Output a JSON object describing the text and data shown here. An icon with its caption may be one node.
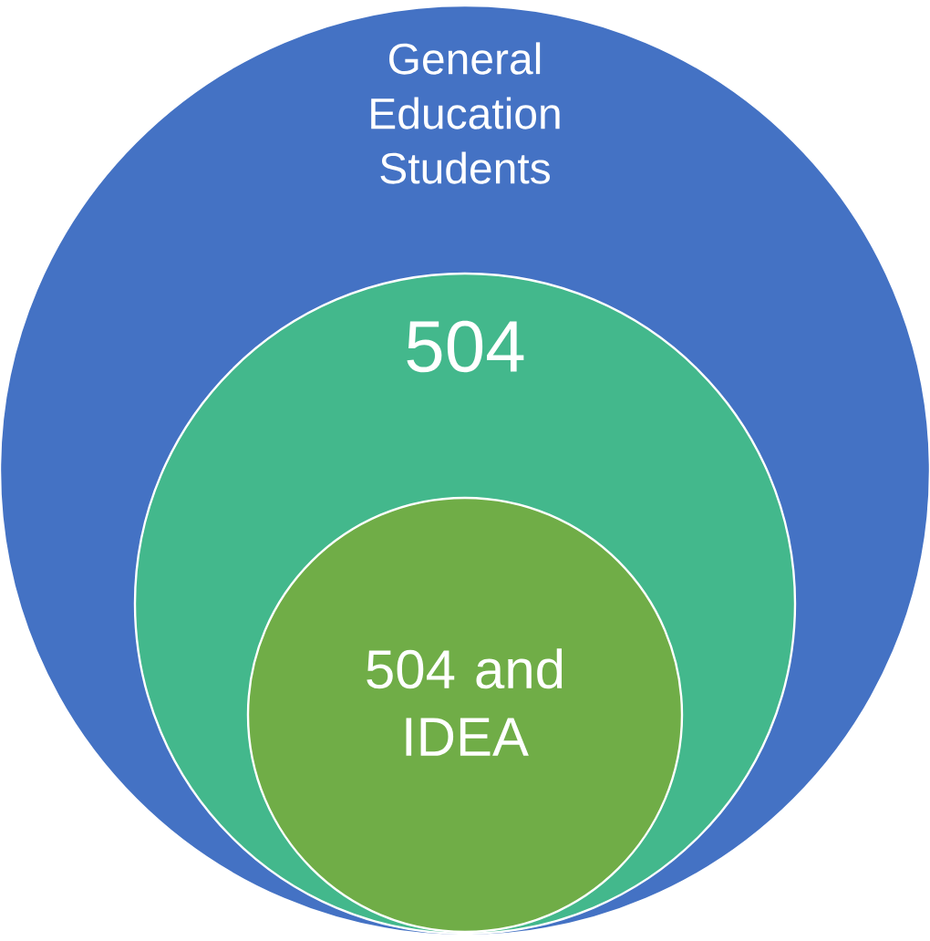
{
  "diagram": {
    "nodes": [
      {
        "text": [
          "General Education Students"
        ]
      },
      {
        "text": [
          "504"
        ],
        "in": 0
      },
      {
        "text": [
          "504 and IDEA"
        ],
        "in": 1
      }
    ]
  }
}
